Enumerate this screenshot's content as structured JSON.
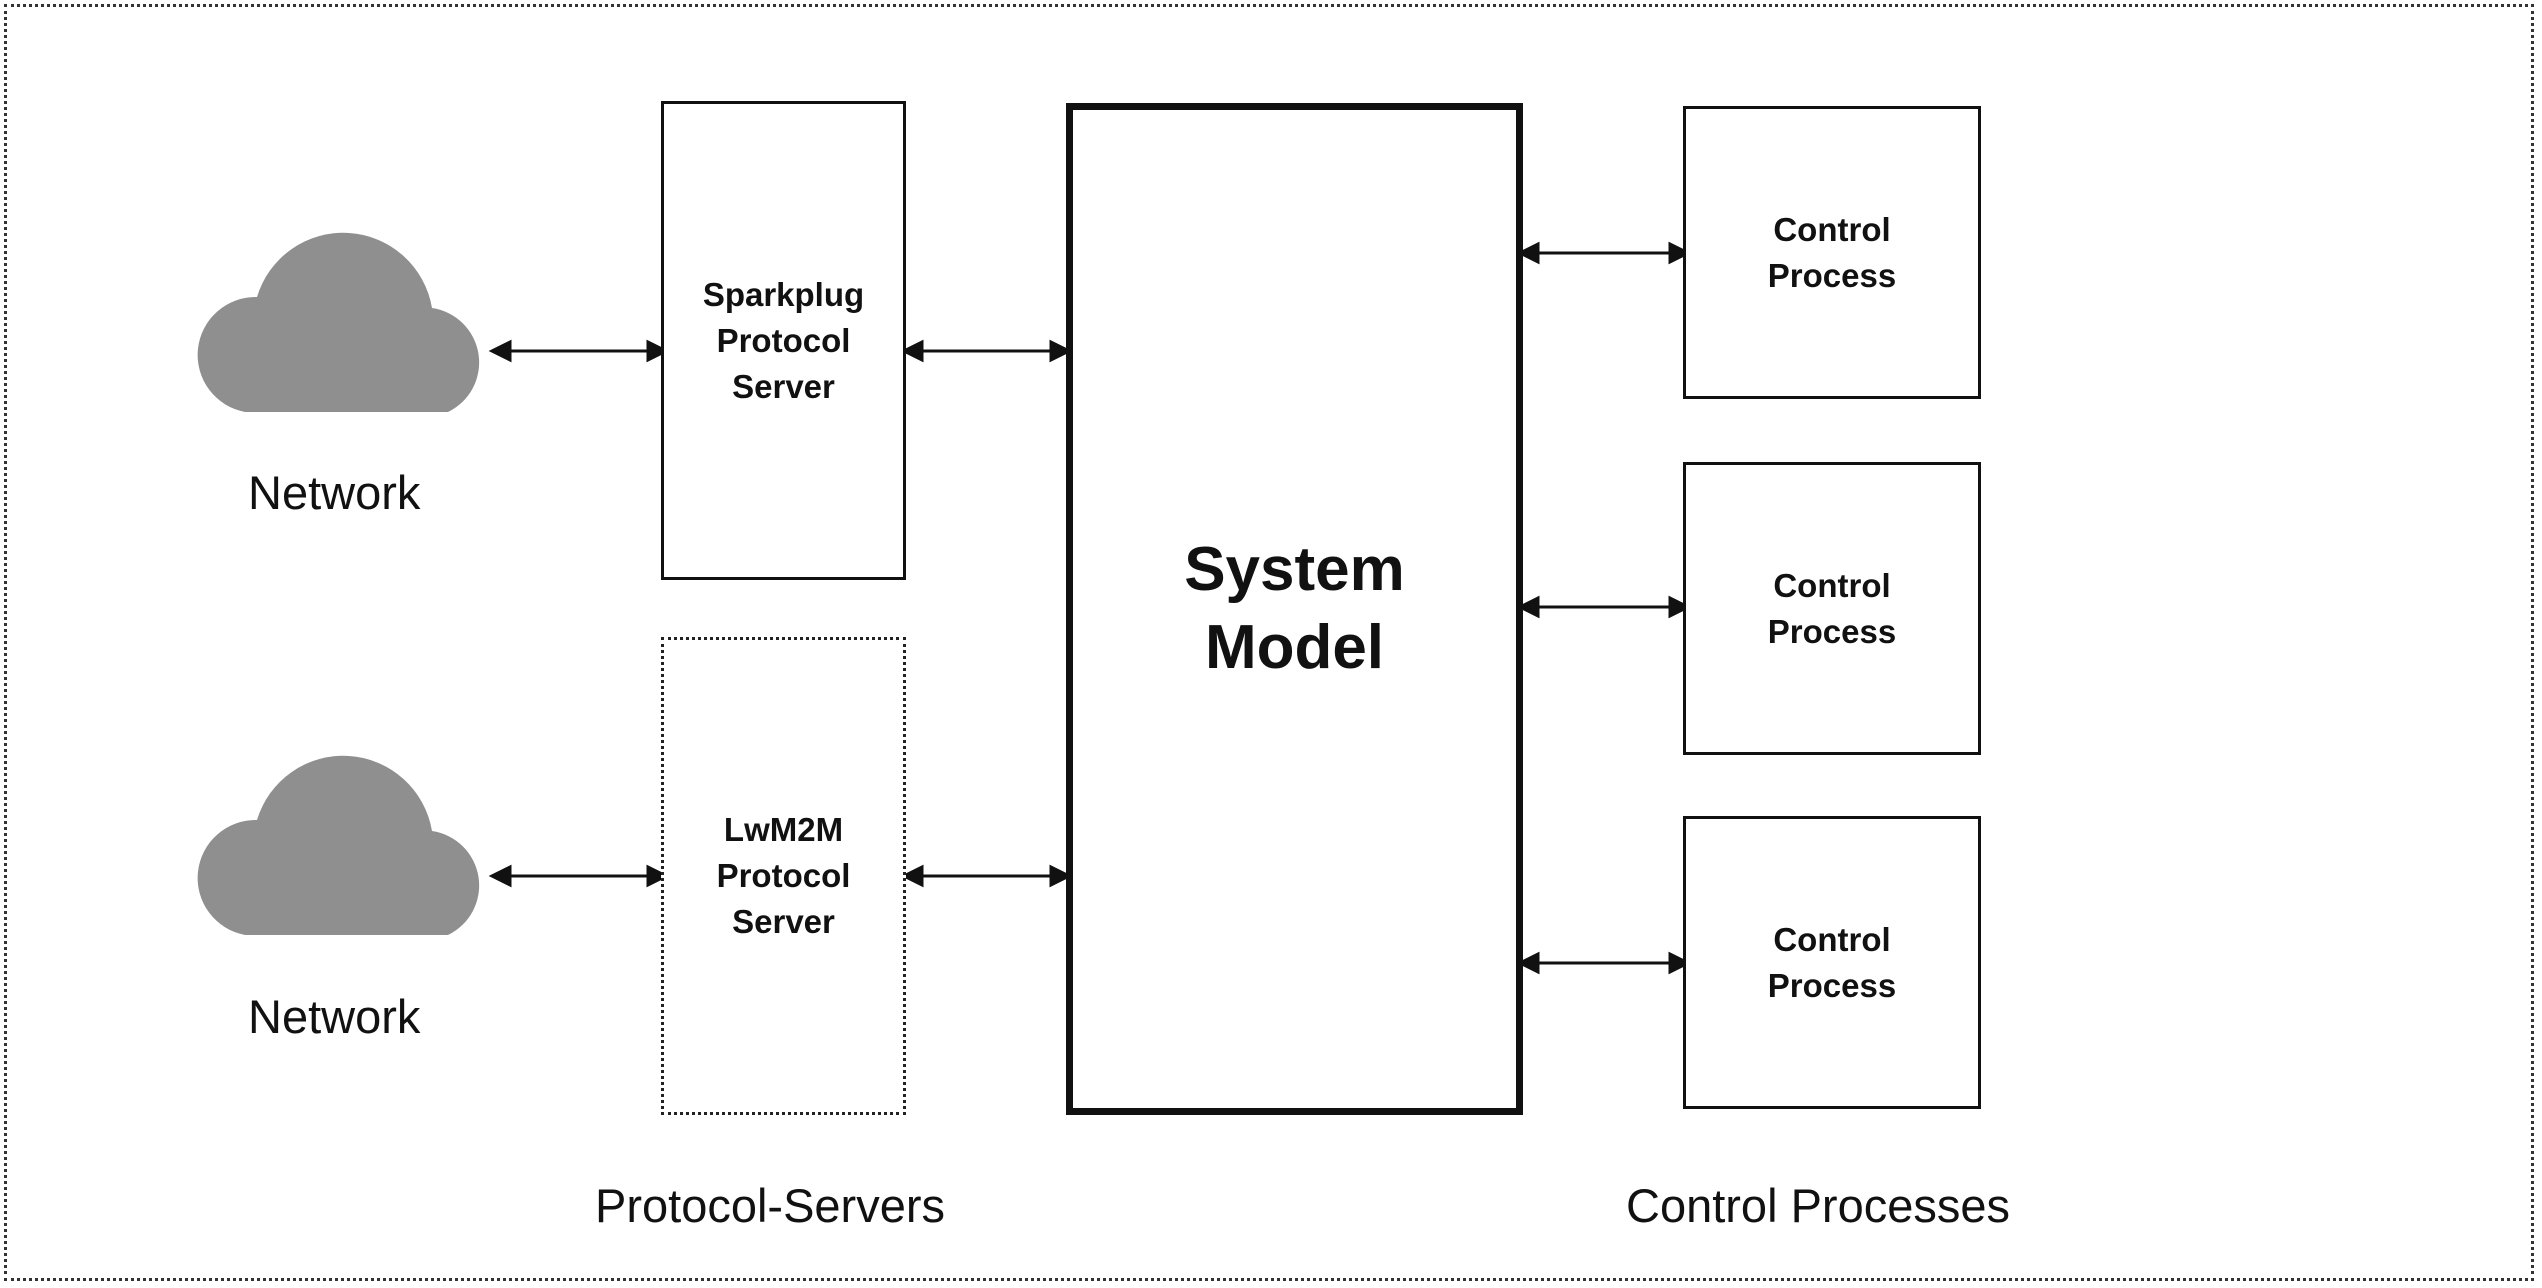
{
  "diagram": {
    "networks": [
      {
        "label": "Network",
        "icon": "cloud-icon"
      },
      {
        "label": "Network",
        "icon": "cloud-icon"
      }
    ],
    "protocol_servers": [
      {
        "line1": "Sparkplug",
        "line2": "Protocol",
        "line3": "Server",
        "border": "solid"
      },
      {
        "line1": "LwM2M",
        "line2": "Protocol",
        "line3": "Server",
        "border": "dotted"
      }
    ],
    "system_model": {
      "line1": "System",
      "line2": "Model"
    },
    "control_processes": [
      {
        "line1": "Control",
        "line2": "Process"
      },
      {
        "line1": "Control",
        "line2": "Process"
      },
      {
        "line1": "Control",
        "line2": "Process"
      }
    ],
    "captions": {
      "protocol_servers": "Protocol-Servers",
      "control_processes": "Control Processes"
    },
    "colors": {
      "cloud": "#8f8f8f",
      "stroke": "#111111"
    }
  }
}
